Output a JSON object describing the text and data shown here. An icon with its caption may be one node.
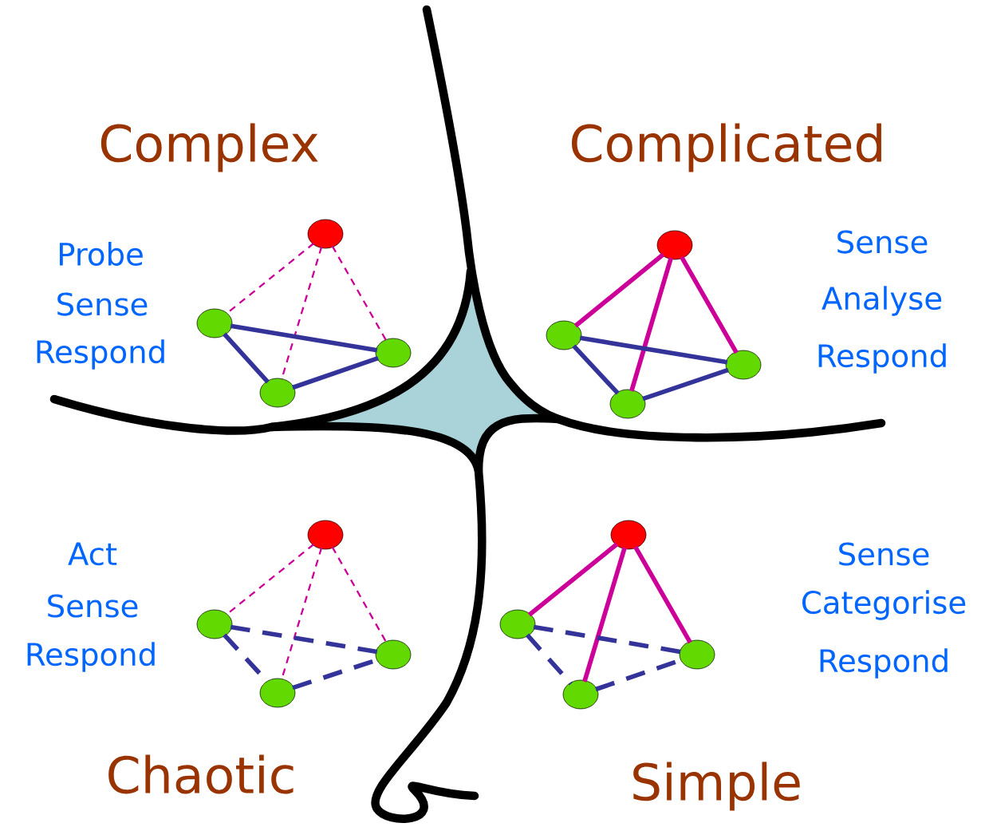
{
  "diagram": {
    "nodes": [
      {
        "text": [],
        "shape": "circle"
      },
      {
        "text": [],
        "shape": "circle"
      },
      {
        "text": [],
        "shape": "circle"
      },
      {
        "text": [],
        "shape": "circle"
      },
      {
        "text": [],
        "shape": "circle"
      },
      {
        "text": [],
        "shape": "circle"
      },
      {
        "text": [],
        "shape": "circle"
      },
      {
        "text": [],
        "shape": "circle"
      },
      {
        "text": [],
        "shape": "circle"
      },
      {
        "text": [],
        "shape": "circle"
      },
      {
        "text": [],
        "shape": "circle"
      },
      {
        "text": [],
        "shape": "circle"
      },
      {
        "text": [],
        "shape": "circle"
      },
      {
        "text": [],
        "shape": "circle"
      },
      {
        "text": [],
        "shape": "circle"
      },
      {
        "text": [],
        "shape": "circle"
      }
    ],
    "edges": [
      {
        "from": 0,
        "to": 1,
        "arrow": "none",
        "style": "dashed",
        "color": "#cc0099"
      },
      {
        "from": 0,
        "to": 2,
        "arrow": "none",
        "style": "dashed",
        "color": "#cc0099"
      },
      {
        "from": 0,
        "to": 3,
        "arrow": "none",
        "style": "dashed",
        "color": "#cc0099"
      },
      {
        "from": 1,
        "to": 2,
        "arrow": "none",
        "color": "#333399"
      },
      {
        "from": 1,
        "to": 3,
        "arrow": "none",
        "color": "#333399"
      },
      {
        "from": 3,
        "to": 2,
        "arrow": "none",
        "color": "#333399"
      },
      {
        "from": 4,
        "to": 5,
        "arrow": "none",
        "color": "#cc0099"
      },
      {
        "from": 4,
        "to": 6,
        "arrow": "none",
        "color": "#cc0099"
      },
      {
        "from": 4,
        "to": 7,
        "arrow": "none",
        "color": "#cc0099"
      },
      {
        "from": 5,
        "to": 6,
        "arrow": "none",
        "color": "#333399"
      },
      {
        "from": 5,
        "to": 7,
        "arrow": "none",
        "color": "#333399"
      },
      {
        "from": 7,
        "to": 6,
        "arrow": "none",
        "color": "#333399"
      },
      {
        "from": 8,
        "to": 9,
        "arrow": "none",
        "style": "dashed",
        "color": "#cc0099"
      },
      {
        "from": 8,
        "to": 10,
        "arrow": "none",
        "style": "dashed",
        "color": "#cc0099"
      },
      {
        "from": 8,
        "to": 11,
        "arrow": "none",
        "style": "dashed",
        "color": "#cc0099"
      },
      {
        "from": 9,
        "to": 10,
        "arrow": "none",
        "style": "dashed",
        "color": "#333399"
      },
      {
        "from": 9,
        "to": 11,
        "arrow": "none",
        "style": "dashed",
        "color": "#333399"
      },
      {
        "from": 11,
        "to": 10,
        "arrow": "none",
        "style": "dashed",
        "color": "#333399"
      },
      {
        "from": 12,
        "to": 13,
        "arrow": "none",
        "color": "#cc0099"
      },
      {
        "from": 12,
        "to": 14,
        "arrow": "none",
        "color": "#cc0099"
      },
      {
        "from": 12,
        "to": 15,
        "arrow": "none",
        "color": "#cc0099"
      },
      {
        "from": 13,
        "to": 14,
        "arrow": "none",
        "style": "dashed",
        "color": "#333399"
      },
      {
        "from": 13,
        "to": 15,
        "arrow": "none",
        "style": "dashed",
        "color": "#333399"
      },
      {
        "from": 15,
        "to": 14,
        "arrow": "none",
        "style": "dashed",
        "color": "#333399"
      }
    ],
    "labels": [
      "Complex",
      "Complicated",
      "Probe",
      "Sense",
      "Respond",
      "Sense",
      "Analyse",
      "Respond",
      "Act",
      "Sense",
      "Respond",
      "Sense",
      "Categorise",
      "Respond",
      "Chaotic",
      "Simple"
    ]
  }
}
